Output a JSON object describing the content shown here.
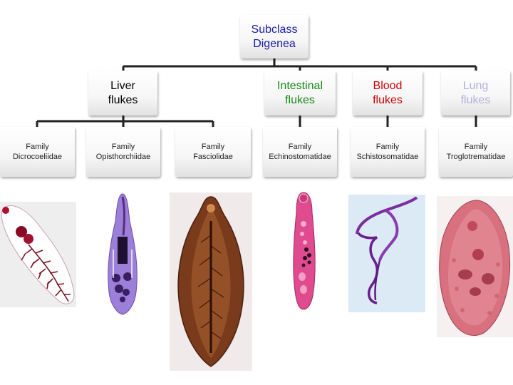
{
  "root": {
    "label": "Subclass\nDigenea",
    "color": "#1a1aa6"
  },
  "groups": [
    {
      "label": "Liver\nflukes",
      "color": "#000000"
    },
    {
      "label": "Intestinal\nflukes",
      "color": "#148a14"
    },
    {
      "label": "Blood\nflukes",
      "color": "#cc0000"
    },
    {
      "label": "Lung\nflukes",
      "color": "#b0b0e0"
    }
  ],
  "families": [
    {
      "label": "Family\nDicrocoeliidae",
      "image": "dicrocoelium-fluke"
    },
    {
      "label": "Family\nOpisthorchiidae",
      "image": "opisthorchis-fluke"
    },
    {
      "label": "Family\nFasciolidae",
      "image": "fasciola-fluke"
    },
    {
      "label": "Family\nEchinostomatidae",
      "image": "echinostoma-fluke"
    },
    {
      "label": "Family\nSchistosomatidae",
      "image": "schistosoma-fluke"
    },
    {
      "label": "Family\nTroglotrematidae",
      "image": "paragonimus-fluke"
    }
  ]
}
